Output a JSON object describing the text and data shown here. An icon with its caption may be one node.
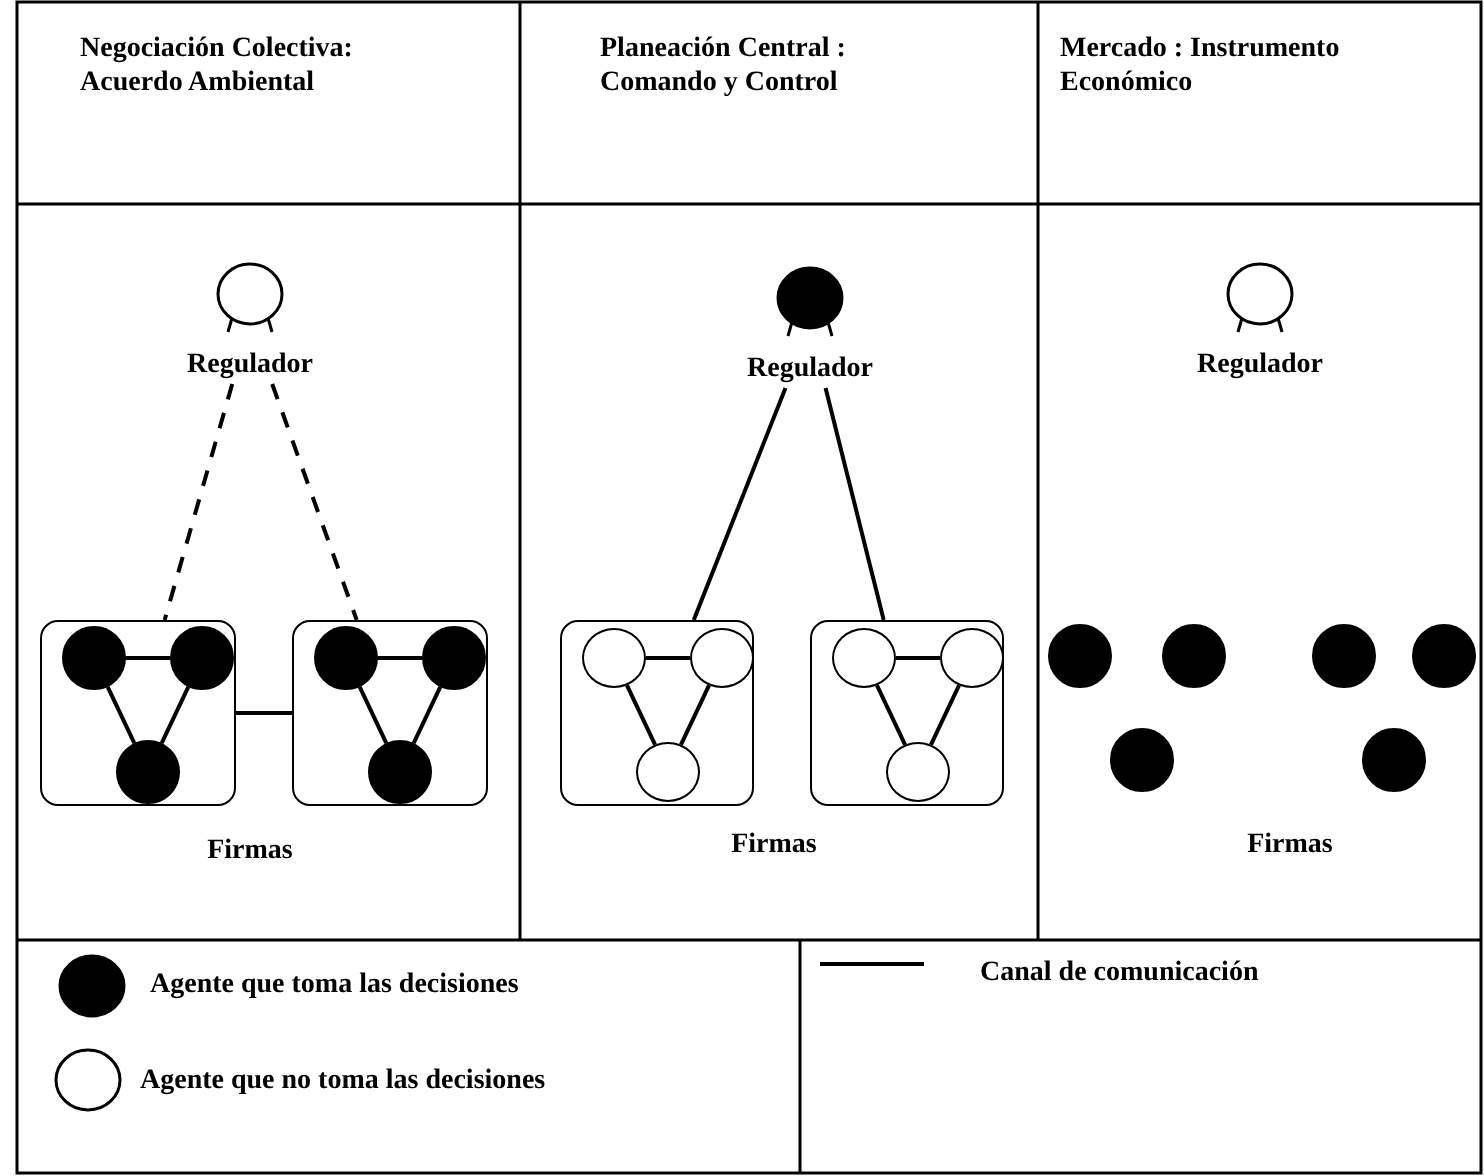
{
  "diagram": {
    "nodes": [
      {
        "text": [],
        "shape": "circle",
        "beside": [
          "Regulador"
        ]
      },
      {
        "text": [],
        "shape": "box"
      },
      {
        "text": [],
        "shape": "circle",
        "in": 1
      },
      {
        "text": [],
        "shape": "circle",
        "in": 1
      },
      {
        "text": [],
        "shape": "circle",
        "in": 1
      },
      {
        "text": [],
        "shape": "box"
      },
      {
        "text": [],
        "shape": "circle",
        "in": 5
      },
      {
        "text": [],
        "shape": "circle",
        "in": 5
      },
      {
        "text": [],
        "shape": "circle",
        "in": 5
      },
      {
        "text": [],
        "shape": "circle",
        "beside": [
          "Regulador"
        ]
      },
      {
        "text": [],
        "shape": "box"
      },
      {
        "text": [],
        "shape": "circle",
        "in": 10
      },
      {
        "text": [],
        "shape": "circle",
        "in": 10
      },
      {
        "text": [],
        "shape": "circle",
        "in": 10
      },
      {
        "text": [],
        "shape": "box"
      },
      {
        "text": [],
        "shape": "circle",
        "in": 14
      },
      {
        "text": [],
        "shape": "circle",
        "in": 14
      },
      {
        "text": [],
        "shape": "circle",
        "in": 14
      },
      {
        "text": [],
        "shape": "circle",
        "beside": [
          "Regulador"
        ]
      },
      {
        "text": [],
        "shape": "circle"
      },
      {
        "text": [],
        "shape": "circle"
      },
      {
        "text": [],
        "shape": "circle"
      },
      {
        "text": [],
        "shape": "circle"
      },
      {
        "text": [],
        "shape": "circle"
      },
      {
        "text": [],
        "shape": "circle"
      }
    ],
    "edges": [
      {
        "from": 0,
        "to": 1,
        "arrow": "none",
        "style": "dashed"
      },
      {
        "from": 0,
        "to": 5,
        "arrow": "none",
        "style": "dashed"
      },
      {
        "from": 1,
        "to": 5,
        "arrow": "none"
      },
      {
        "from": 2,
        "to": 3,
        "arrow": "none"
      },
      {
        "from": 2,
        "to": 4,
        "arrow": "none"
      },
      {
        "from": 3,
        "to": 4,
        "arrow": "none"
      },
      {
        "from": 6,
        "to": 7,
        "arrow": "none"
      },
      {
        "from": 6,
        "to": 8,
        "arrow": "none"
      },
      {
        "from": 7,
        "to": 8,
        "arrow": "none"
      },
      {
        "from": 9,
        "to": 10,
        "arrow": "none"
      },
      {
        "from": 9,
        "to": 14,
        "arrow": "none"
      },
      {
        "from": 11,
        "to": 12,
        "arrow": "none"
      },
      {
        "from": 11,
        "to": 13,
        "arrow": "none"
      },
      {
        "from": 12,
        "to": 13,
        "arrow": "none"
      },
      {
        "from": 15,
        "to": 16,
        "arrow": "none"
      },
      {
        "from": 15,
        "to": 17,
        "arrow": "none"
      },
      {
        "from": 16,
        "to": 17,
        "arrow": "none"
      }
    ],
    "labels": [
      "Negociación Colectiva: Acuerdo Ambiental",
      "Planeación Central : Comando y Control",
      "Mercado : Instrumento Económico",
      "Firmas",
      "Firmas",
      "Firmas"
    ],
    "legend": [
      {
        "text": "Agente que toma las decisiones"
      },
      {
        "text": "Agente que no toma las decisiones"
      },
      {
        "text": "Canal de comunicación"
      }
    ]
  }
}
